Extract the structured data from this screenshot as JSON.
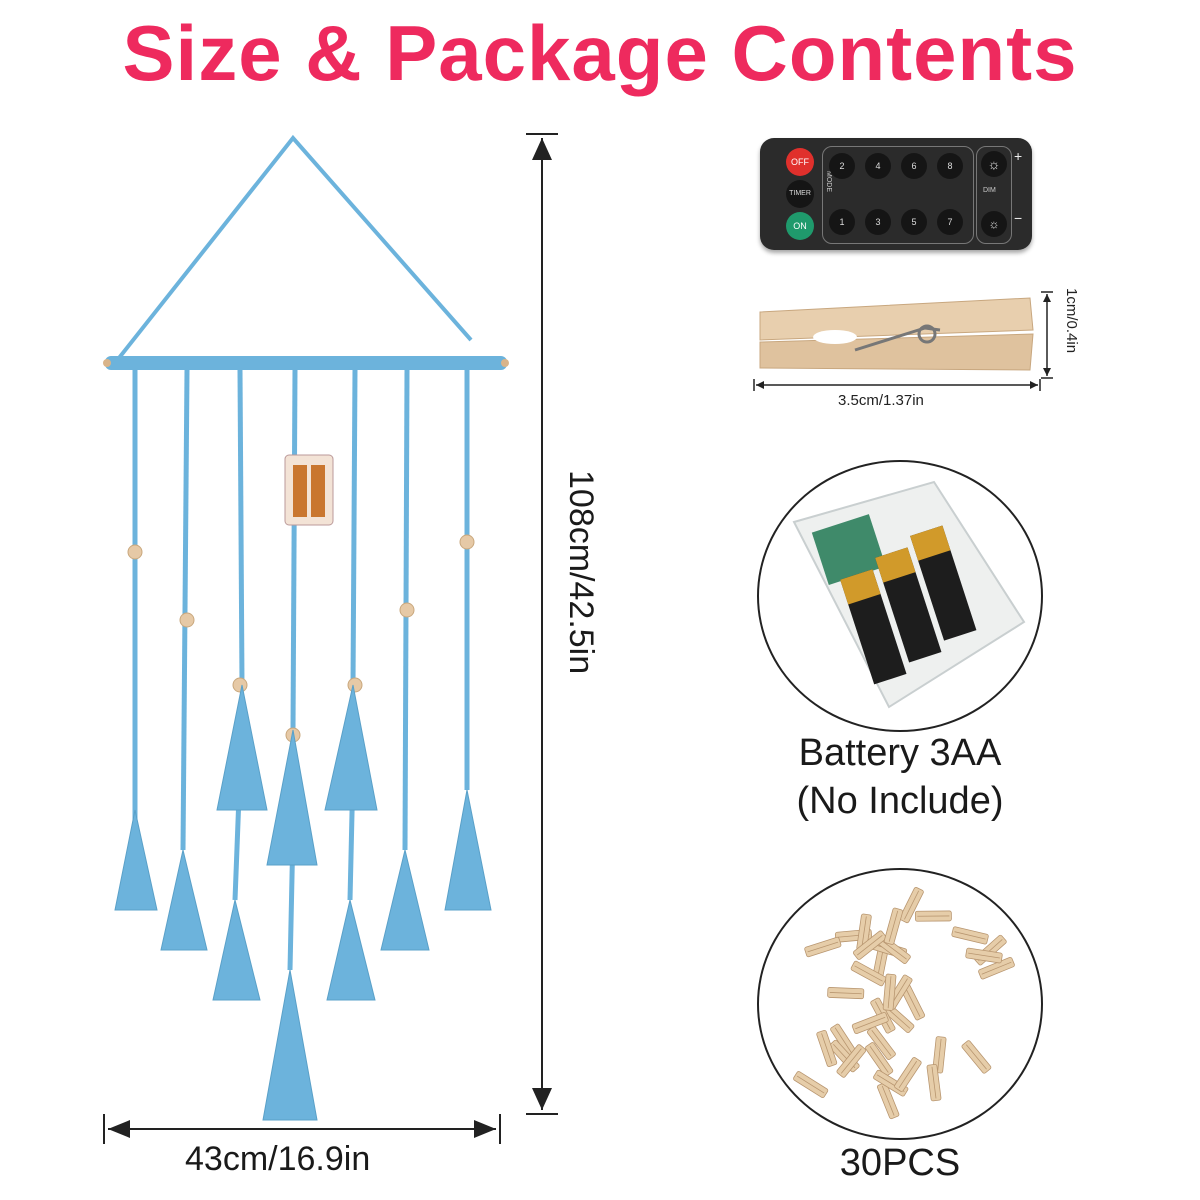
{
  "title": "Size & Package Contents",
  "dimensions": {
    "height_label": "108cm/42.5in",
    "width_label": "43cm/16.9in"
  },
  "remote": {
    "buttons": {
      "off": "OFF",
      "timer": "TIMER",
      "on": "ON",
      "mode": "MODE",
      "dim": "DIM",
      "plus": "+",
      "minus": "−",
      "top_numbers": [
        "2",
        "4",
        "6",
        "8"
      ],
      "bottom_numbers": [
        "1",
        "3",
        "5",
        "7"
      ]
    }
  },
  "clip": {
    "width_label": "3.5cm/1.37in",
    "height_label": "1cm/0.4in"
  },
  "battery": {
    "caption_line1": "Battery 3AA",
    "caption_line2": "(No Include)"
  },
  "clips_pack": {
    "caption": "30PCS"
  },
  "colors": {
    "title": "#ee2a5e",
    "rope": "#6cb3dc",
    "wood": "#e6c9a6",
    "remote_body": "#2b2b2b",
    "off_button": "#e0302c",
    "on_button": "#1f9a6c"
  }
}
